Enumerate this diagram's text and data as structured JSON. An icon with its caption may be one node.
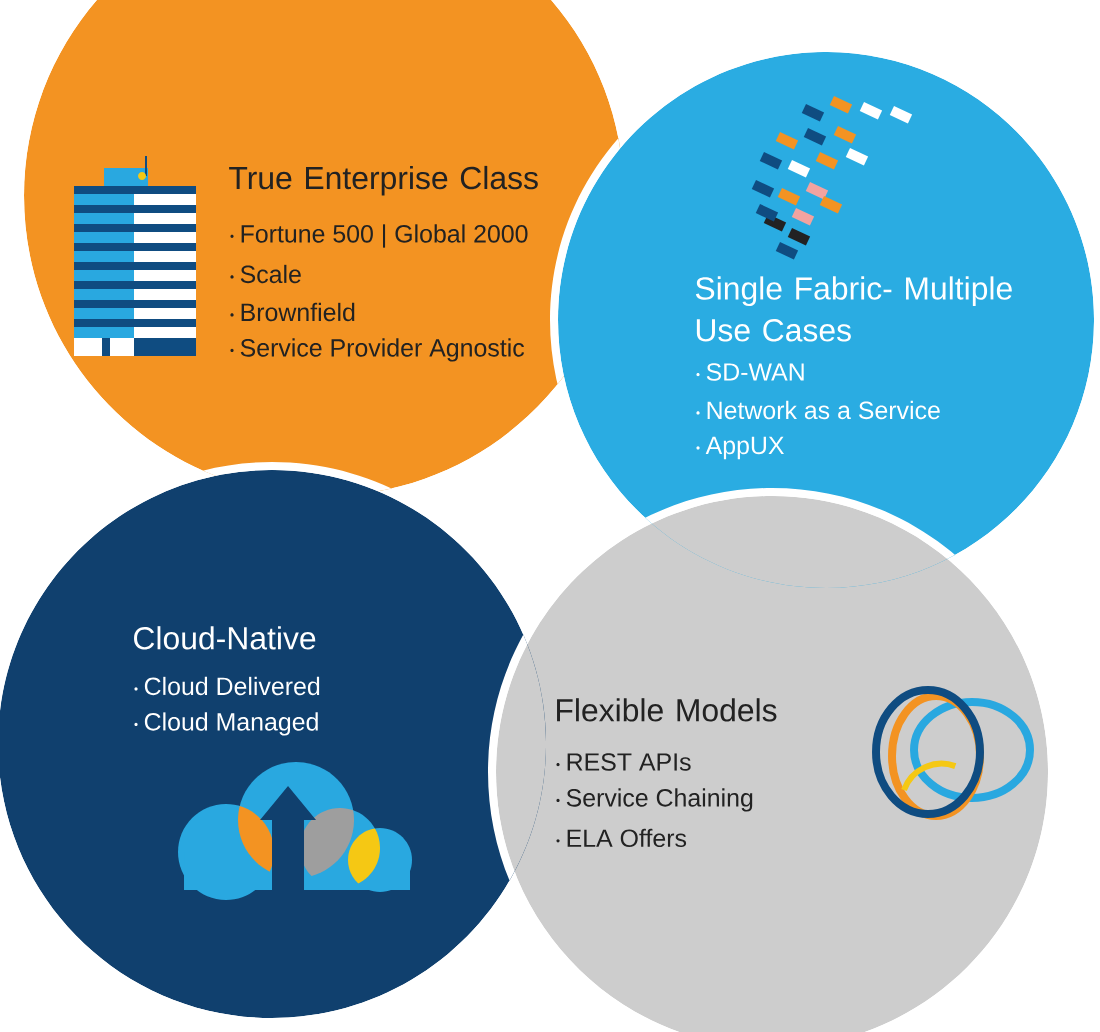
{
  "diagram": {
    "nodes": [
      {
        "text": [
          "True Enterprise Class",
          "Fortune 500 | Global 2000",
          "Scale",
          "Brownfield",
          "Service Provider Agnostic"
        ]
      },
      {
        "text": [
          "Single Fabric- Multiple Use Cases",
          "SD-WAN",
          "Network as a Service",
          "AppUX"
        ]
      },
      {
        "text": [
          "Cloud-Native",
          "Cloud Delivered",
          "Cloud Managed"
        ]
      },
      {
        "text": [
          "Flexible Models",
          "REST APIs",
          "Service Chaining",
          "ELA Offers"
        ]
      }
    ]
  }
}
